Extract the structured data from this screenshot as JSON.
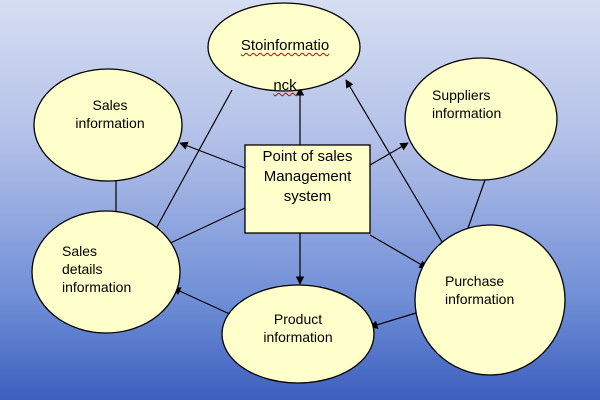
{
  "colors": {
    "node_fill": "#ffffcc",
    "node_stroke": "#000000",
    "arrow": "#000000",
    "spelling_underline": "#d00000"
  },
  "nodes": {
    "center": "Point of sales\nManagement\nsystem",
    "stock": {
      "line1": "Stoinformatio",
      "line2": "nck"
    },
    "sales": "Sales\ninformation",
    "suppliers": "Suppliers\ninformation",
    "sales_details": "Sales\ndetails\ninformation",
    "purchase": "Purchase\ninformation",
    "product": "Product\ninformation"
  }
}
